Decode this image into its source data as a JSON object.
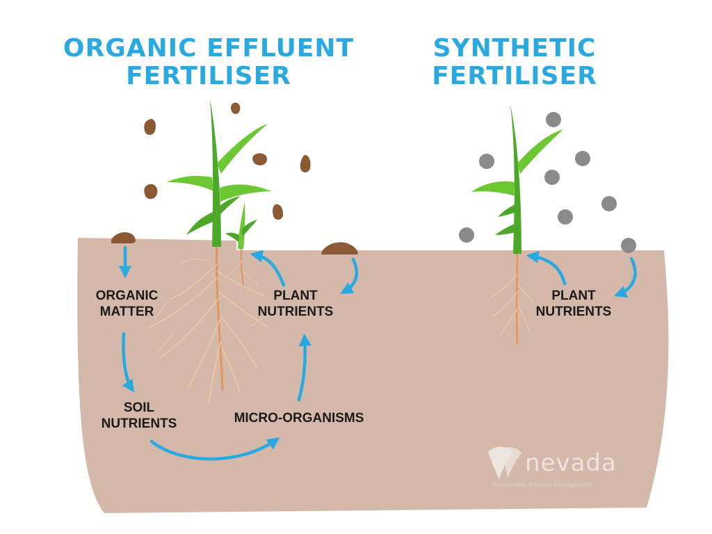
{
  "titles": {
    "organic": [
      "ORGANIC EFFLUENT",
      "FERTILISER"
    ],
    "synthetic": [
      "SYNTHETIC",
      "FERTILISER"
    ]
  },
  "labels": {
    "organic_matter": [
      "ORGANIC",
      "MATTER"
    ],
    "plant_nutrients_left": [
      "PLANT",
      "NUTRIENTS"
    ],
    "soil_nutrients": [
      "SOIL",
      "NUTRIENTS"
    ],
    "micro_organisms": "MICRO-ORGANISMS",
    "plant_nutrients_right": [
      "PLANT",
      "NUTRIENTS"
    ]
  },
  "logo": {
    "word": "nevada",
    "tagline": "Sustainable Effluent Management"
  },
  "colors": {
    "title_blue": "#2aa9e0",
    "arrow_blue": "#2aa9e0",
    "soil": "#d4b8aa",
    "effluent": "#8b5a35",
    "pellet": "#8a8a8a",
    "leaf": "#5cbf2a",
    "root": "#e8a570"
  }
}
